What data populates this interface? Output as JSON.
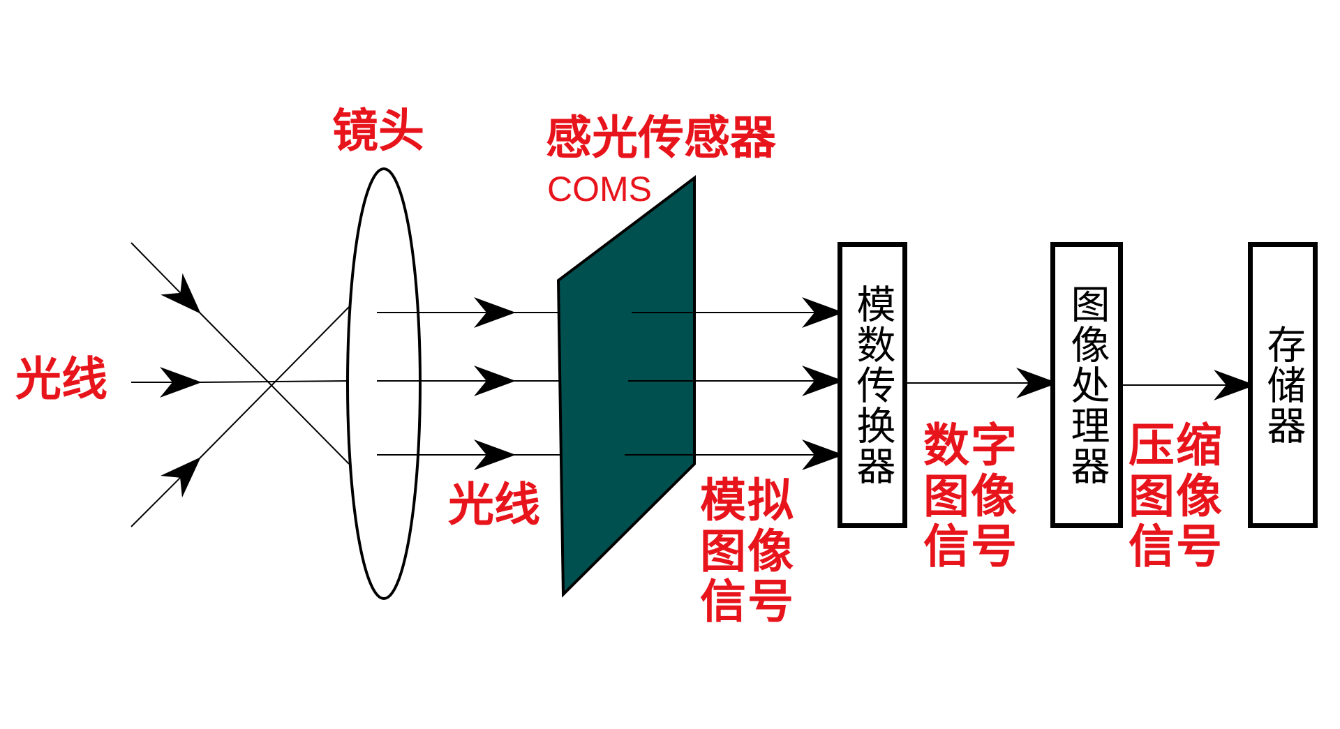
{
  "colors": {
    "label": "#e8141c",
    "sensor_fill": "#005050",
    "line": "#000000",
    "background": "#ffffff"
  },
  "labels": {
    "light_in": "光线",
    "lens": "镜头",
    "sensor_title": "感光传感器",
    "sensor_subtitle": "COMS",
    "light_mid": "光线",
    "analog_signal": "模拟图像信号",
    "digital_signal": "数字图像信号",
    "compressed_signal": "压缩图像信号"
  },
  "boxes": {
    "adc": "模数传换器",
    "processor": "图像处理器",
    "storage": "存储器"
  },
  "icons": {
    "lens": "biconvex-lens-ellipse",
    "sensor": "parallelogram-sensor-plate",
    "arrowhead": "barbed-arrowhead"
  }
}
